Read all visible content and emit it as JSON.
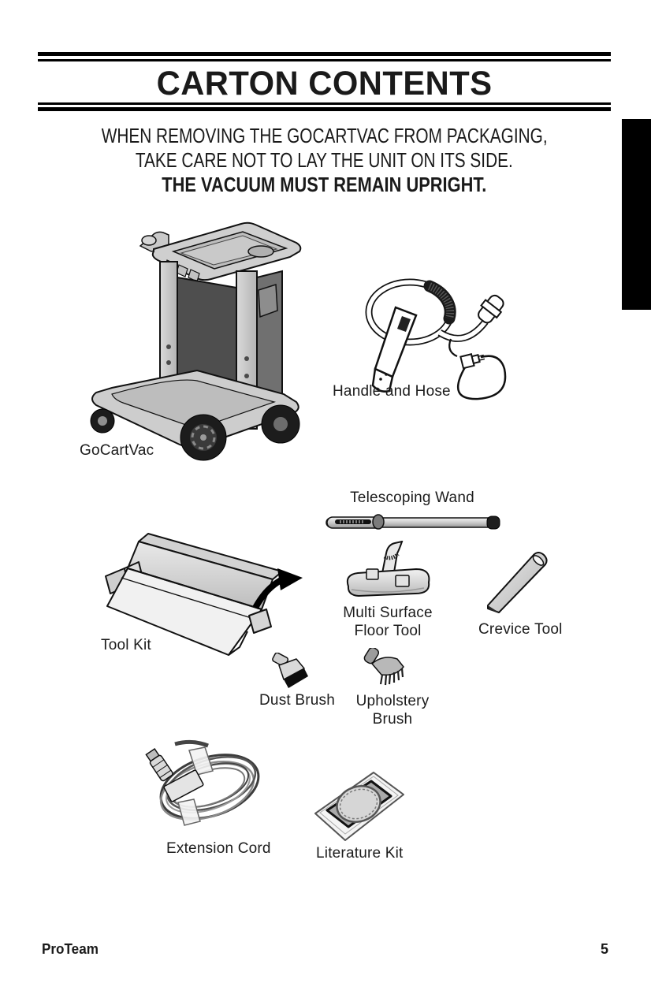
{
  "header": {
    "title": "CARTON CONTENTS"
  },
  "warning": {
    "line1": "WHEN REMOVING THE GOCARTVAC FROM PACKAGING,",
    "line2": "TAKE CARE NOT TO LAY THE UNIT ON ITS SIDE.",
    "line3": "THE VACUUM MUST REMAIN UPRIGHT."
  },
  "items": {
    "gocartvac": {
      "label": "GoCartVac"
    },
    "handle_and_hose": {
      "label": "Handle and Hose"
    },
    "telescoping_wand": {
      "label": "Telescoping Wand"
    },
    "tool_kit": {
      "label": "Tool Kit"
    },
    "multi_surface_floor_tool": {
      "label_line1": "Multi Surface",
      "label_line2": "Floor Tool"
    },
    "crevice_tool": {
      "label": "Crevice Tool"
    },
    "dust_brush": {
      "label": "Dust Brush"
    },
    "upholstery_brush": {
      "label_line1": "Upholstery",
      "label_line2": "Brush"
    },
    "extension_cord": {
      "label": "Extension Cord"
    },
    "literature_kit": {
      "label": "Literature Kit"
    }
  },
  "footer": {
    "brand": "ProTeam",
    "page_number": "5"
  },
  "colors": {
    "text": "#1a1a1a",
    "rule": "#000000",
    "section_tab": "#000000"
  }
}
